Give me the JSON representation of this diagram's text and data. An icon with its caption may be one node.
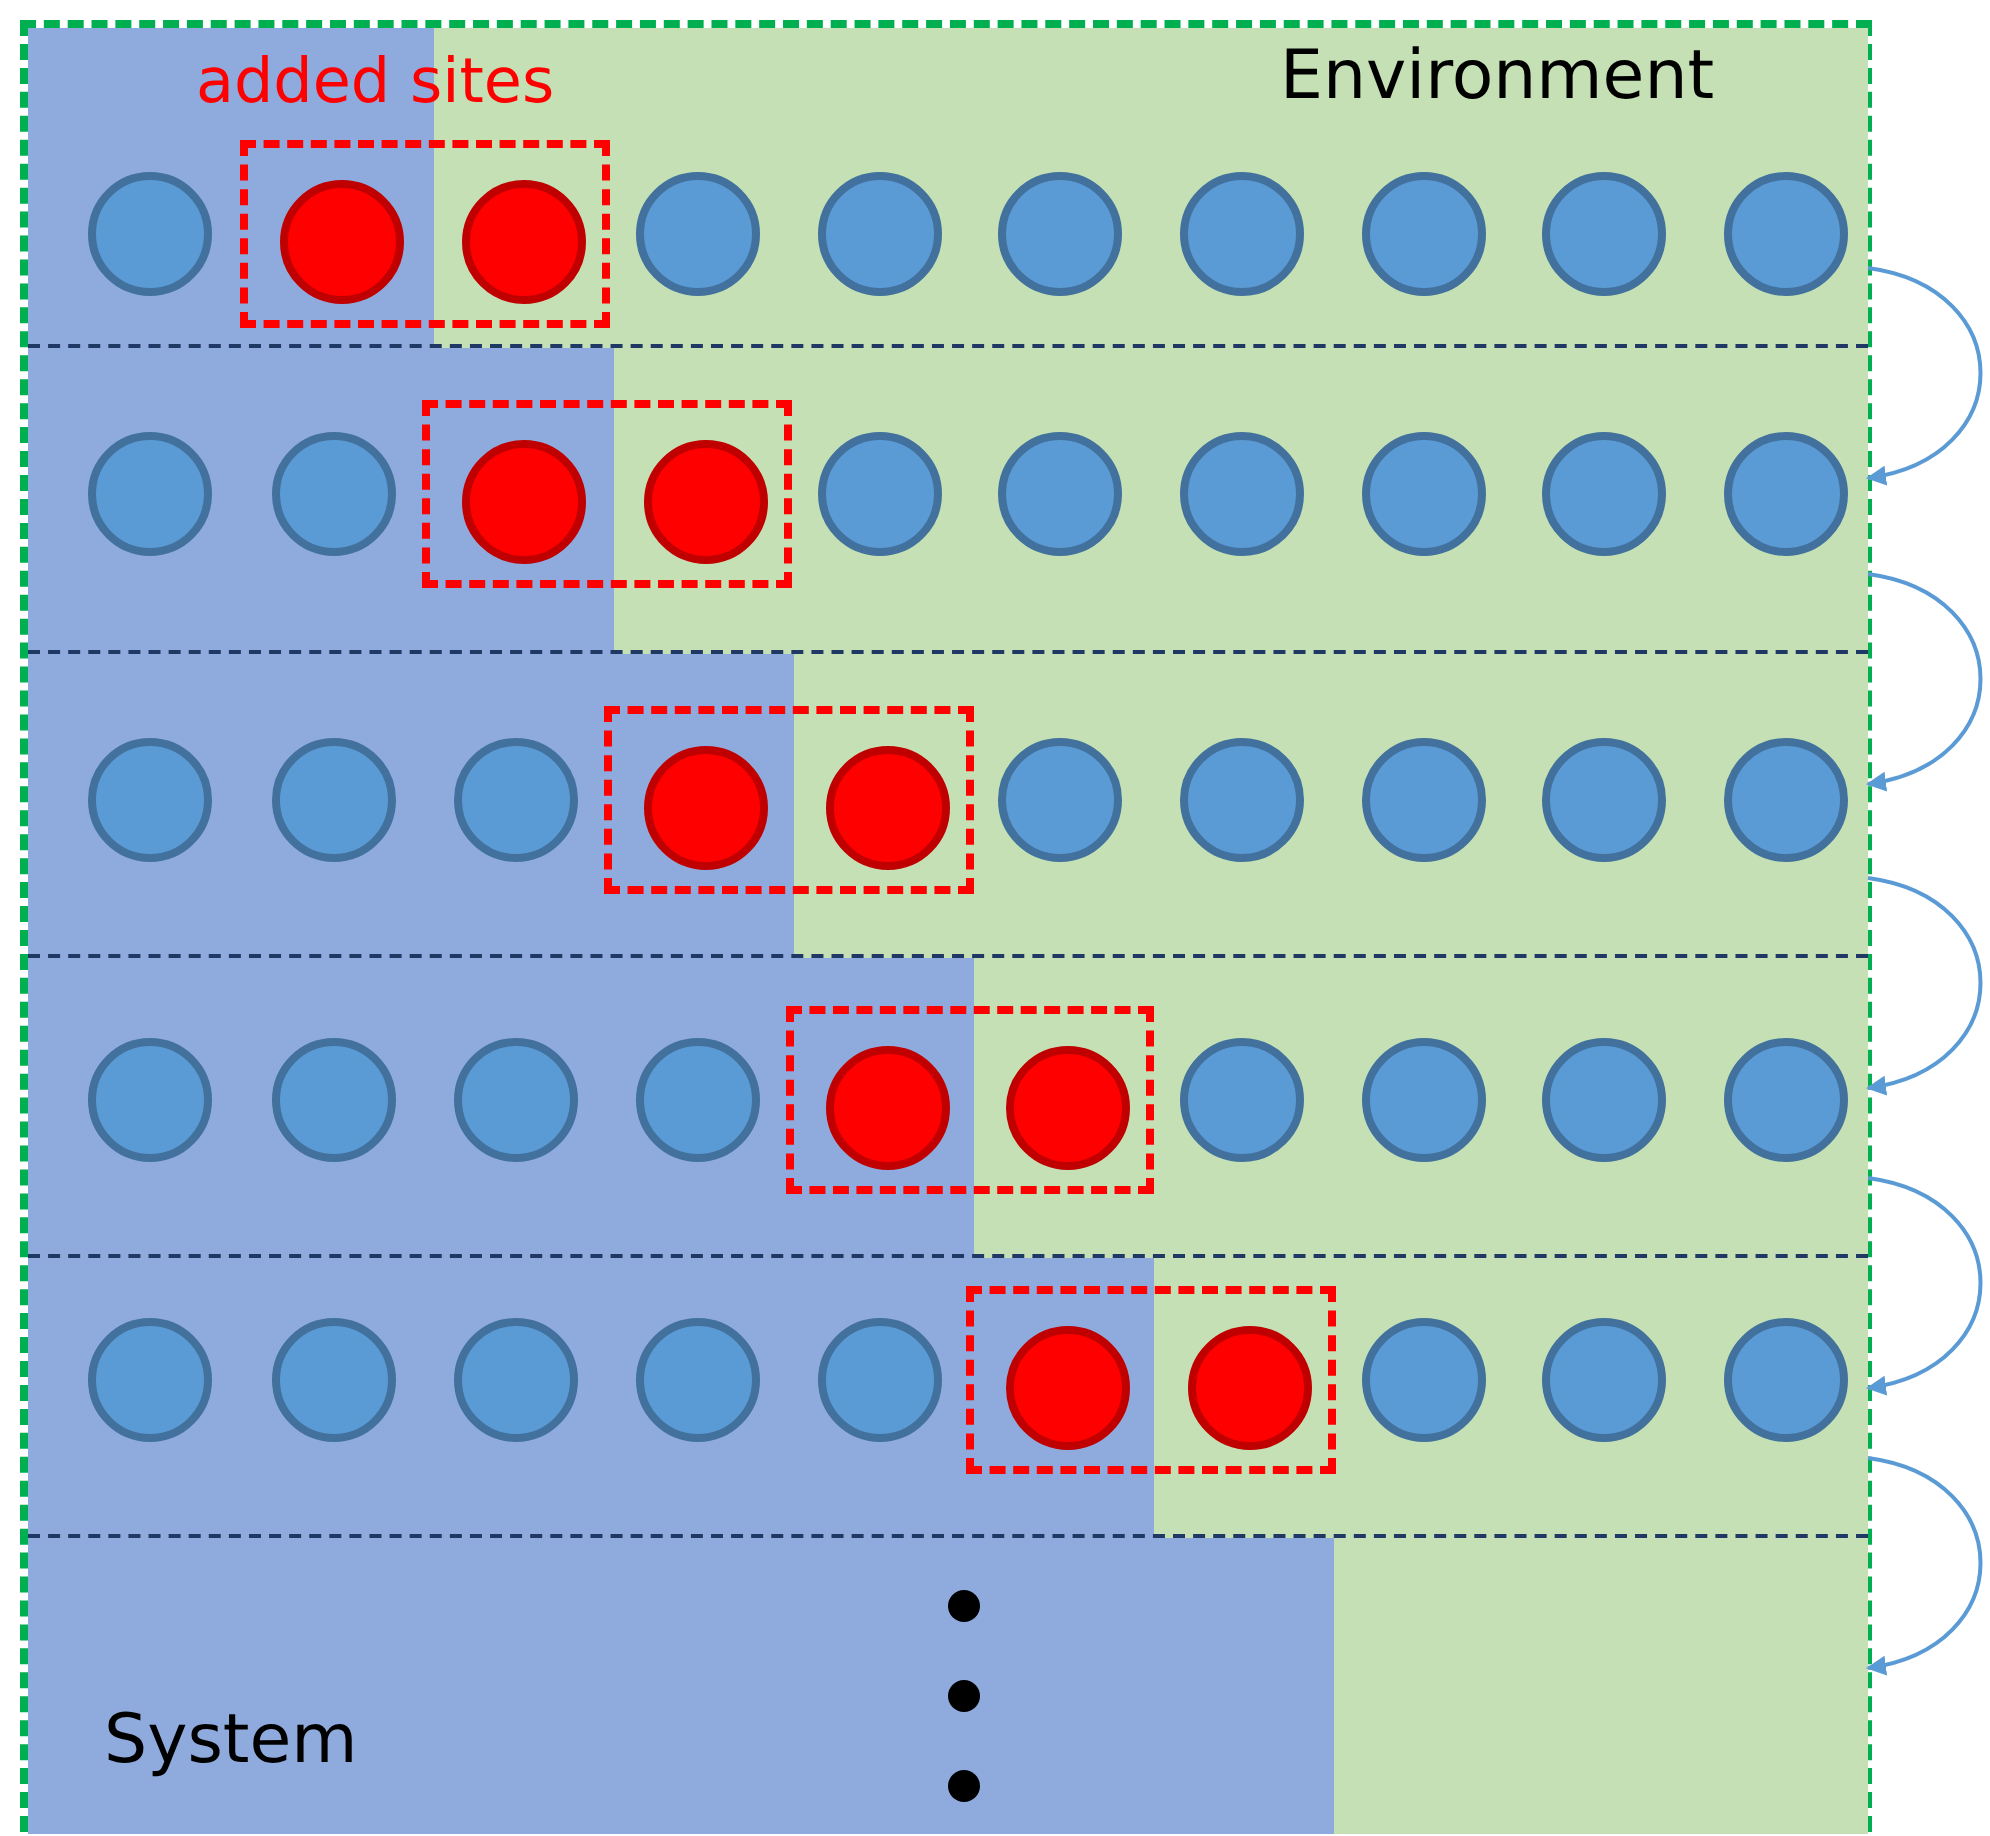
{
  "diagram": {
    "nodes": [
      {
        "text": [],
        "shape": "box"
      },
      {
        "text": [],
        "shape": "box",
        "in": 0
      },
      {
        "text": [],
        "shape": "circle",
        "in": 1
      },
      {
        "text": [
          "added sites"
        ],
        "in": 1
      },
      {
        "text": [],
        "shape": "circle",
        "in": 3
      },
      {
        "text": [],
        "shape": "circle",
        "in": 3
      },
      {
        "text": [],
        "shape": "circle",
        "in": 1
      },
      {
        "text": [],
        "shape": "circle",
        "in": 1
      },
      {
        "text": [],
        "shape": "circle",
        "in": 1
      },
      {
        "text": [],
        "shape": "circle",
        "in": 1
      },
      {
        "text": [],
        "shape": "circle",
        "in": 1
      },
      {
        "text": [],
        "shape": "circle",
        "in": 1
      },
      {
        "text": [],
        "shape": "circle",
        "in": 1
      },
      {
        "text": [],
        "shape": "box",
        "in": 0
      },
      {
        "text": [],
        "shape": "circle",
        "in": 13
      },
      {
        "text": [],
        "shape": "circle",
        "in": 13
      },
      {
        "text": [],
        "shape": "box",
        "in": 13
      },
      {
        "text": [],
        "shape": "circle",
        "in": 16
      },
      {
        "text": [],
        "shape": "circle",
        "in": 16
      },
      {
        "text": [],
        "shape": "circle",
        "in": 13
      },
      {
        "text": [],
        "shape": "circle",
        "in": 13
      },
      {
        "text": [],
        "shape": "circle",
        "in": 13
      },
      {
        "text": [],
        "shape": "circle",
        "in": 13
      },
      {
        "text": [],
        "shape": "circle",
        "in": 13
      },
      {
        "text": [],
        "shape": "circle",
        "in": 13
      },
      {
        "text": [],
        "shape": "box",
        "in": 0
      },
      {
        "text": [],
        "shape": "circle",
        "in": 25
      },
      {
        "text": [],
        "shape": "circle",
        "in": 25
      },
      {
        "text": [],
        "shape": "circle",
        "in": 25
      },
      {
        "text": [],
        "shape": "box",
        "in": 25
      },
      {
        "text": [],
        "shape": "circle",
        "in": 29
      },
      {
        "text": [],
        "shape": "circle",
        "in": 29
      },
      {
        "text": [],
        "shape": "circle",
        "in": 25
      },
      {
        "text": [],
        "shape": "circle",
        "in": 25
      },
      {
        "text": [],
        "shape": "circle",
        "in": 25
      },
      {
        "text": [],
        "shape": "circle",
        "in": 25
      },
      {
        "text": [],
        "shape": "circle",
        "in": 25
      },
      {
        "text": [],
        "shape": "box",
        "in": 0
      },
      {
        "text": [],
        "shape": "circle",
        "in": 37
      },
      {
        "text": [],
        "shape": "circle",
        "in": 37
      },
      {
        "text": [],
        "shape": "circle",
        "in": 37
      },
      {
        "text": [],
        "shape": "circle",
        "in": 37
      },
      {
        "text": [],
        "shape": "box",
        "in": 37
      },
      {
        "text": [],
        "shape": "circle",
        "in": 42
      },
      {
        "text": [],
        "shape": "circle",
        "in": 42
      },
      {
        "text": [],
        "shape": "circle",
        "in": 37
      },
      {
        "text": [],
        "shape": "circle",
        "in": 37
      },
      {
        "text": [],
        "shape": "circle",
        "in": 37
      },
      {
        "text": [],
        "shape": "circle",
        "in": 37
      },
      {
        "text": [],
        "shape": "box",
        "in": 0
      },
      {
        "text": [],
        "shape": "circle",
        "in": 49
      },
      {
        "text": [],
        "shape": "circle",
        "in": 49
      },
      {
        "text": [],
        "shape": "circle",
        "in": 49
      },
      {
        "text": [],
        "shape": "circle",
        "in": 49
      },
      {
        "text": [],
        "shape": "circle",
        "in": 49
      },
      {
        "text": [],
        "shape": "box",
        "in": 49
      },
      {
        "text": [],
        "shape": "circle",
        "in": 55
      },
      {
        "text": [],
        "shape": "circle",
        "in": 55
      },
      {
        "text": [],
        "shape": "circle",
        "in": 49
      },
      {
        "text": [],
        "shape": "circle",
        "in": 49
      },
      {
        "text": [],
        "shape": "circle",
        "in": 49
      },
      {
        "text": [],
        "shape": "box",
        "in": 0
      }
    ],
    "edges": [
      {
        "from": 1,
        "to": 13,
        "arrow": "to"
      },
      {
        "from": 13,
        "to": 25,
        "arrow": "to"
      },
      {
        "from": 25,
        "to": 37,
        "arrow": "to"
      },
      {
        "from": 37,
        "to": 49,
        "arrow": "to"
      },
      {
        "from": 49,
        "to": 61,
        "arrow": "to"
      }
    ],
    "labels": [
      "Environment",
      "System"
    ]
  }
}
